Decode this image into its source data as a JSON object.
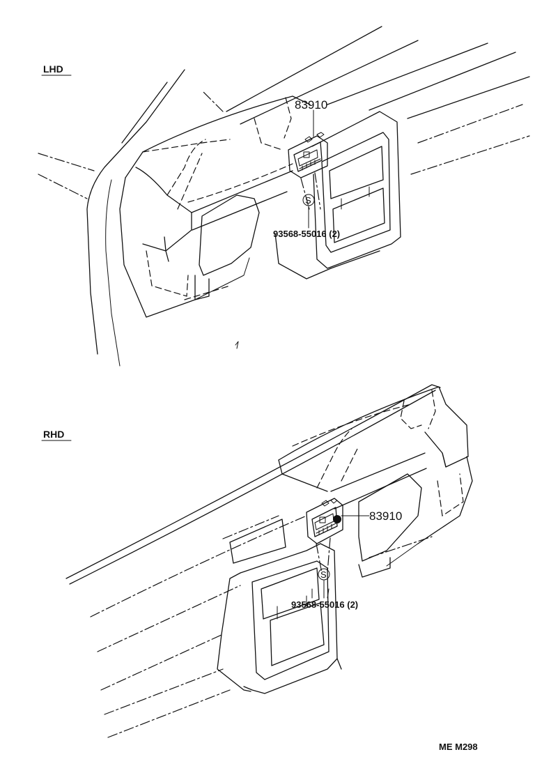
{
  "sections": [
    {
      "heading": "LHD",
      "part_label": "83910",
      "screw_label": "93568-55016 (2)",
      "screw_symbol": "S"
    },
    {
      "heading": "RHD",
      "part_label": "83910",
      "screw_label": "93568-55016 (2)",
      "screw_symbol": "S"
    }
  ],
  "figure_code": "ME M298"
}
